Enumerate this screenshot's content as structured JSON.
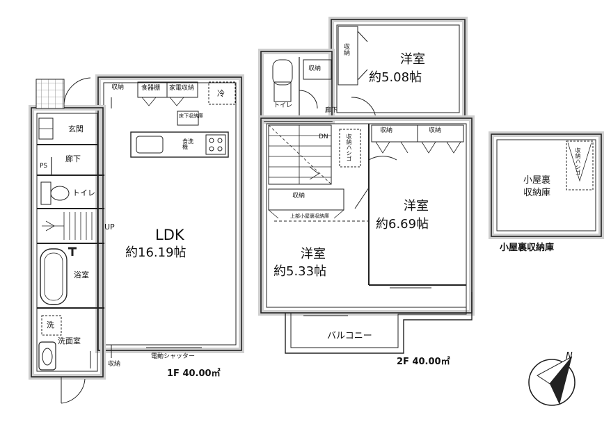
{
  "floor1": {
    "ldk_name": "LDK",
    "ldk_area": "約16.19帖",
    "entrance": "玄関",
    "hall": "廊下",
    "toilet": "トイレ",
    "ps": "PS",
    "bath": "浴室",
    "washroom": "洗面室",
    "wash_symbol": "洗",
    "stair_up": "UP",
    "storage_top": "収納",
    "pantry": "食器棚",
    "appliance": "家電収納",
    "fridge": "冷",
    "under_floor": "床下収納庫",
    "sink_icon_label": "食洗機",
    "storage_bottom": "収納",
    "shutter": "電動シャッター",
    "floor_label": "1F 40.00㎡"
  },
  "floor2": {
    "room_a_name": "洋室",
    "room_a_area": "約5.08帖",
    "room_b_name": "洋室",
    "room_b_area": "約6.69帖",
    "room_c_name": "洋室",
    "room_c_area": "約5.33帖",
    "closet_vertical": "収納",
    "storage_toilet": "収納",
    "toilet": "トイレ",
    "hall": "廊下",
    "stair_down": "DN",
    "ladder": "収納ハシゴ",
    "storage_b1": "収納",
    "storage_b2": "収納",
    "storage_c": "収納",
    "attic_note": "上部小屋裏収納庫",
    "balcony": "バルコニー",
    "floor_label": "2F 40.00㎡"
  },
  "attic": {
    "room_line1": "小屋裏",
    "room_line2": "収納庫",
    "ladder": "収納ハシゴ",
    "title": "小屋裏収納庫"
  },
  "compass": {
    "north": "N"
  }
}
